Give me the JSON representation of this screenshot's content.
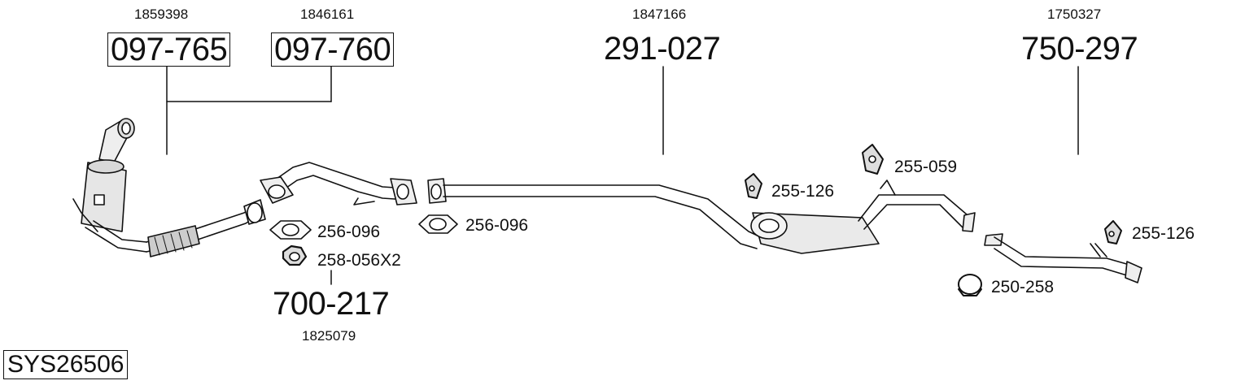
{
  "diagram": {
    "system_code": "SYS26506",
    "groups": [
      {
        "oem": "1859398",
        "part": "097-765"
      },
      {
        "oem": "1846161",
        "part": "097-760"
      },
      {
        "oem": "1847166",
        "part": "291-027"
      },
      {
        "oem": "1750327",
        "part": "750-297"
      },
      {
        "oem": "1825079",
        "part": "700-217"
      }
    ],
    "accessories": [
      "256-096",
      "258-056X2",
      "256-096",
      "255-126",
      "255-059",
      "250-258",
      "255-126"
    ]
  }
}
